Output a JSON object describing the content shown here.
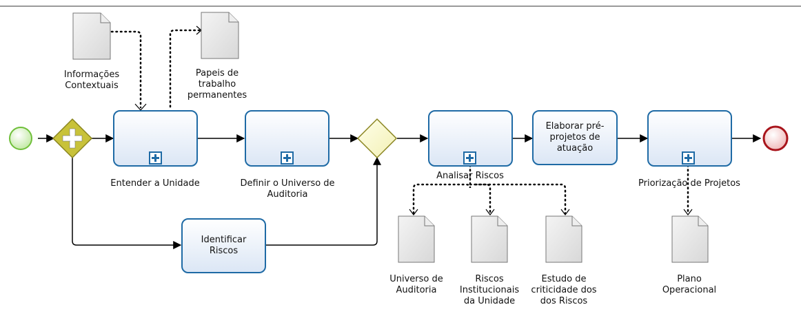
{
  "diagram": {
    "tasks": {
      "entender": {
        "label": "Entender a Unidade"
      },
      "definir": {
        "label": "Definir o Universo de\nAuditoria"
      },
      "identificar": {
        "label": "Identificar\nRiscos"
      },
      "analisar": {
        "label": "Analisar Riscos"
      },
      "elaborar": {
        "label": "Elaborar pré-\nprojetos de\natuação"
      },
      "priorizar": {
        "label": "Priorização de Projetos"
      }
    },
    "documents": {
      "informacoes": {
        "label": "Informações\nContextuais"
      },
      "papeis": {
        "label": "Papeis de\ntrabalho\npermanentes"
      },
      "universo": {
        "label": "Universo de\nAuditoria"
      },
      "riscos_inst": {
        "label": "Riscos\nInstitucionais\nda Unidade"
      },
      "estudo": {
        "label": "Estudo de\ncriticidade dos\ndos Riscos"
      },
      "plano": {
        "label": "Plano\nOperacional"
      }
    }
  }
}
